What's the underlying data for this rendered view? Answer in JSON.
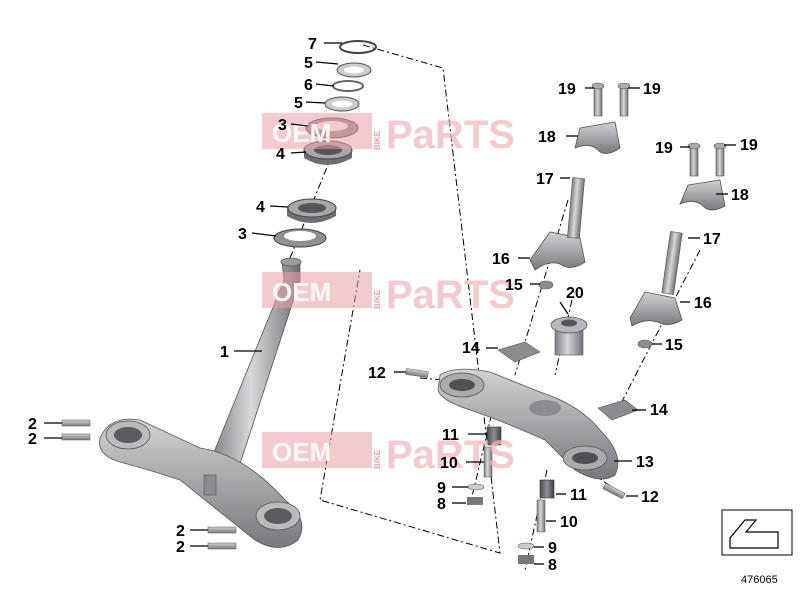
{
  "diagram": {
    "reference_number": "476065",
    "watermark": {
      "oem": "OEM",
      "bike": "BIKE",
      "parts": "PaRTS"
    },
    "callouts": {
      "c1": "1",
      "c2a": "2",
      "c2b": "2",
      "c2c": "2",
      "c2d": "2",
      "c3a": "3",
      "c3b": "3",
      "c4a": "4",
      "c4b": "4",
      "c5a": "5",
      "c5b": "5",
      "c6": "6",
      "c7": "7",
      "c8a": "8",
      "c8b": "8",
      "c9a": "9",
      "c9b": "9",
      "c10a": "10",
      "c10b": "10",
      "c11a": "11",
      "c11b": "11",
      "c12a": "12",
      "c12b": "12",
      "c13": "13",
      "c14a": "14",
      "c14b": "14",
      "c15a": "15",
      "c15b": "15",
      "c16a": "16",
      "c16b": "16",
      "c17a": "17",
      "c17b": "17",
      "c18a": "18",
      "c18b": "18",
      "c19a": "19",
      "c19b": "19",
      "c19c": "19",
      "c19d": "19",
      "c20": "20"
    }
  }
}
